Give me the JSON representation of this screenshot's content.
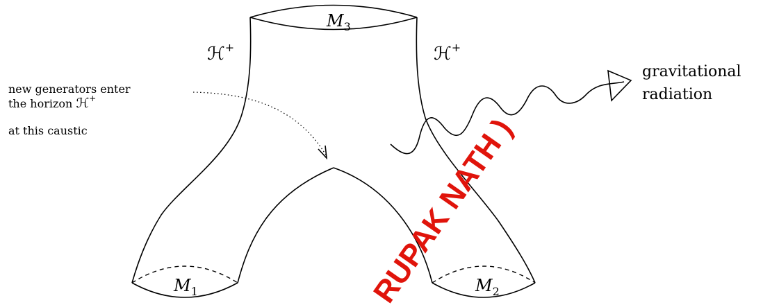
{
  "labels": {
    "m3": "M",
    "m3_sub": "3",
    "m1": "M",
    "m1_sub": "1",
    "m2": "M",
    "m2_sub": "2",
    "horizon_left": "ℋ",
    "horizon_left_sup": "+",
    "horizon_right": "ℋ",
    "horizon_right_sup": "+",
    "gravitational": "gravitational",
    "radiation": "radiation",
    "caustic_line1": "new generators enter",
    "caustic_line2_pre": "the horizon ",
    "caustic_line2_h": "ℋ",
    "caustic_line2_sup": "+",
    "caustic_line3": "at this caustic"
  },
  "watermark": {
    "text": "RUPAK NATH )",
    "color": "#e0140b"
  }
}
